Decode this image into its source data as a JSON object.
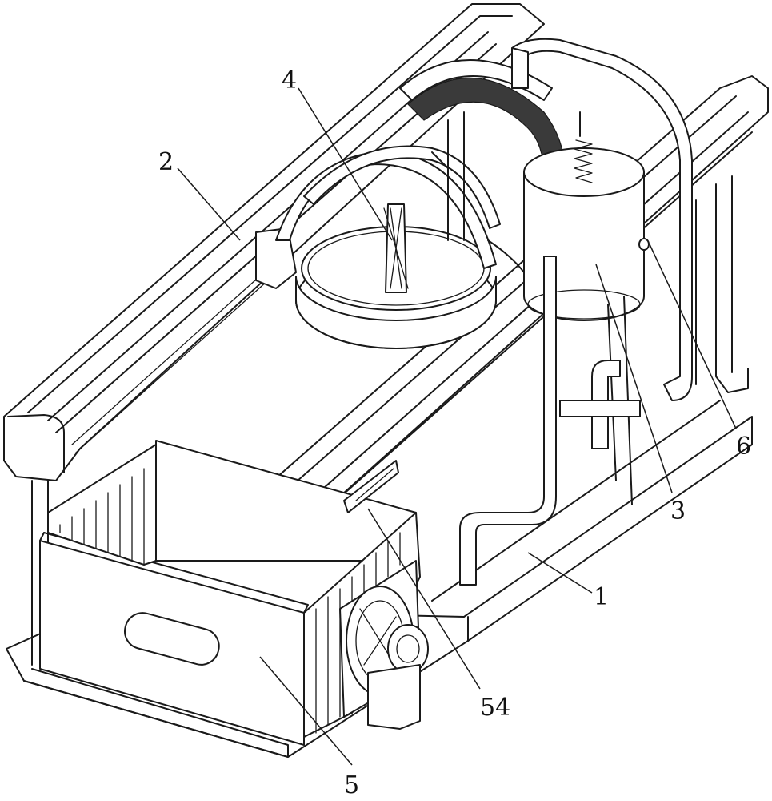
{
  "callouts": {
    "frame": "1",
    "rail": "2",
    "tank": "3",
    "agitator": "4",
    "basket": "5",
    "fan": "54",
    "bolt": "6"
  },
  "colors": {
    "line": "#1a1a1a",
    "background": "#ffffff"
  }
}
